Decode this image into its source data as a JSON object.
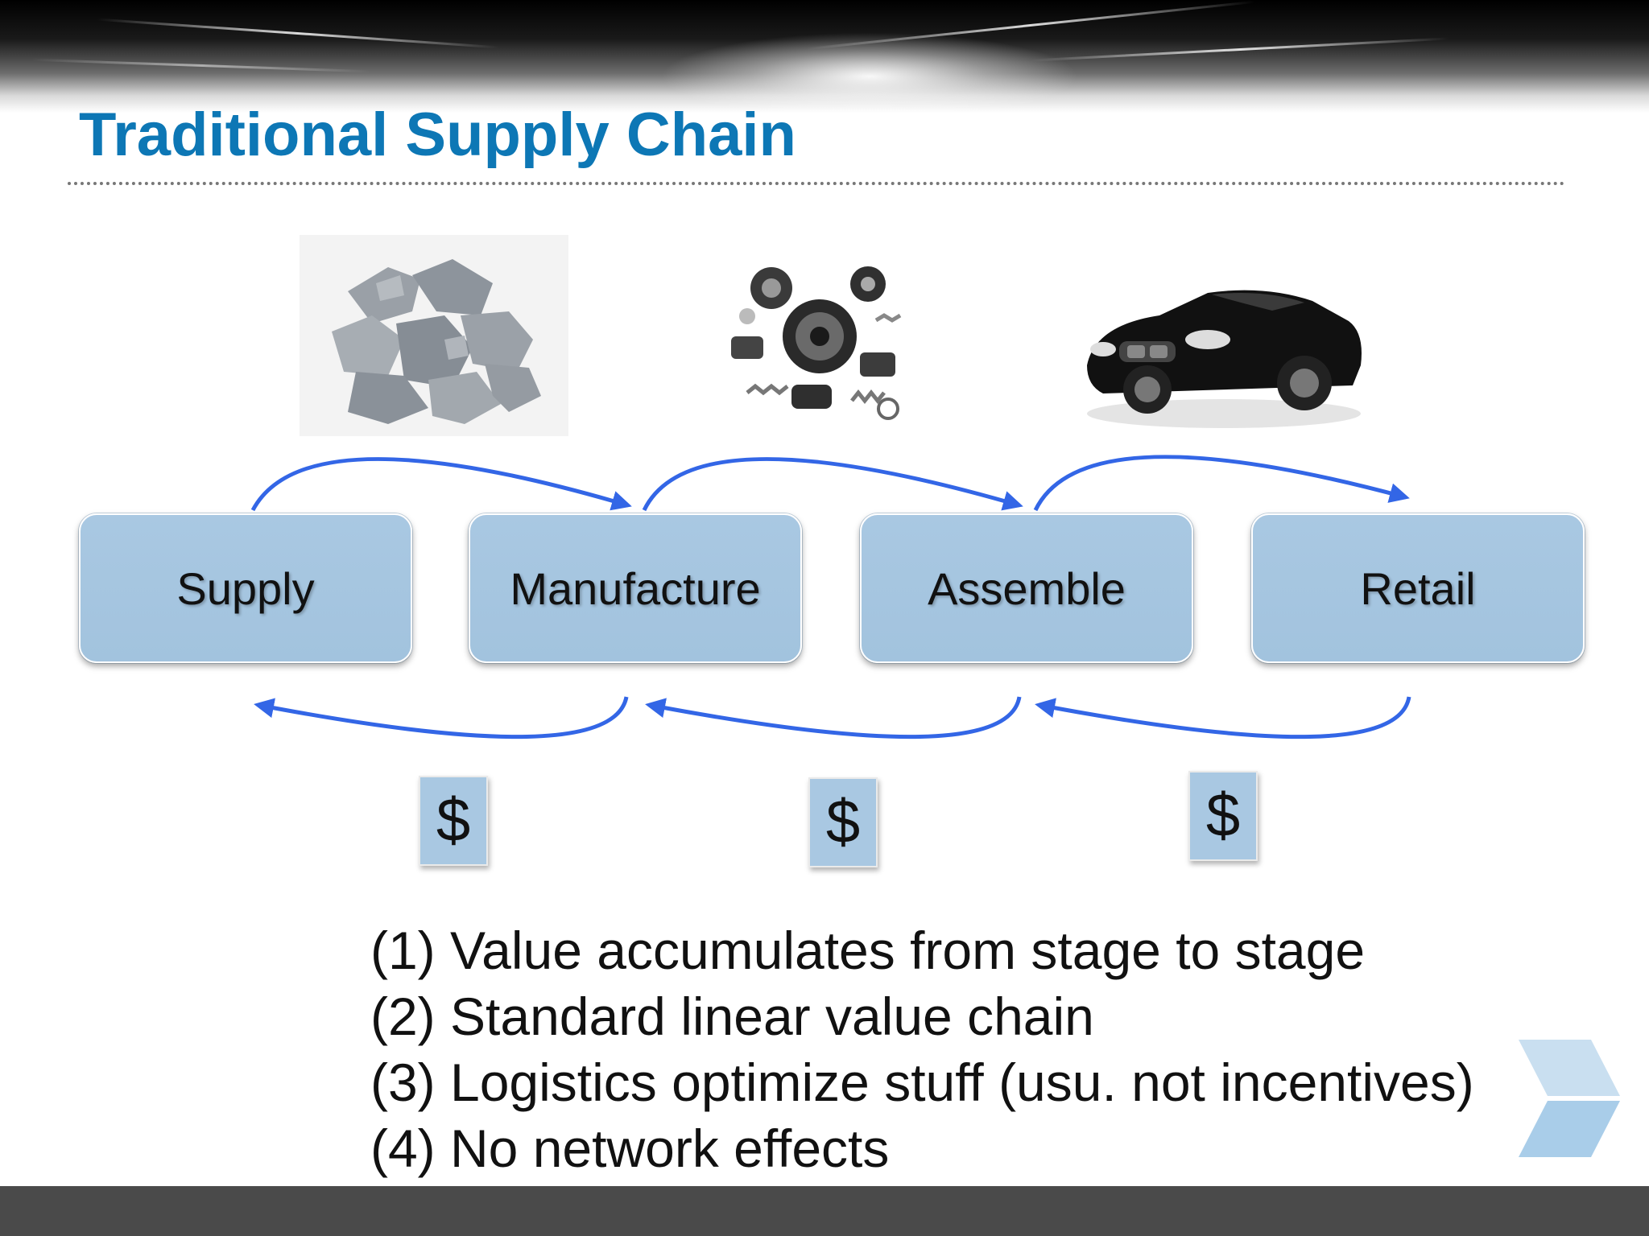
{
  "slide": {
    "title": "Traditional Supply Chain"
  },
  "diagram": {
    "stages": [
      {
        "label": "Supply"
      },
      {
        "label": "Manufacture"
      },
      {
        "label": "Assemble"
      },
      {
        "label": "Retail"
      }
    ],
    "money_labels": [
      "$",
      "$",
      "$"
    ],
    "pictures": [
      {
        "icon": "raw-ore-rocks-icon"
      },
      {
        "icon": "mechanical-parts-icon"
      },
      {
        "icon": "convertible-car-icon"
      }
    ],
    "colors": {
      "box_fill": "#a9c8e2",
      "arrow": "#3366e6",
      "title": "#0d77b5"
    }
  },
  "points": [
    "(1) Value accumulates from stage to stage",
    "(2) Standard linear value chain",
    "(3) Logistics optimize stuff (usu. not incentives)",
    "(4) No network effects"
  ]
}
